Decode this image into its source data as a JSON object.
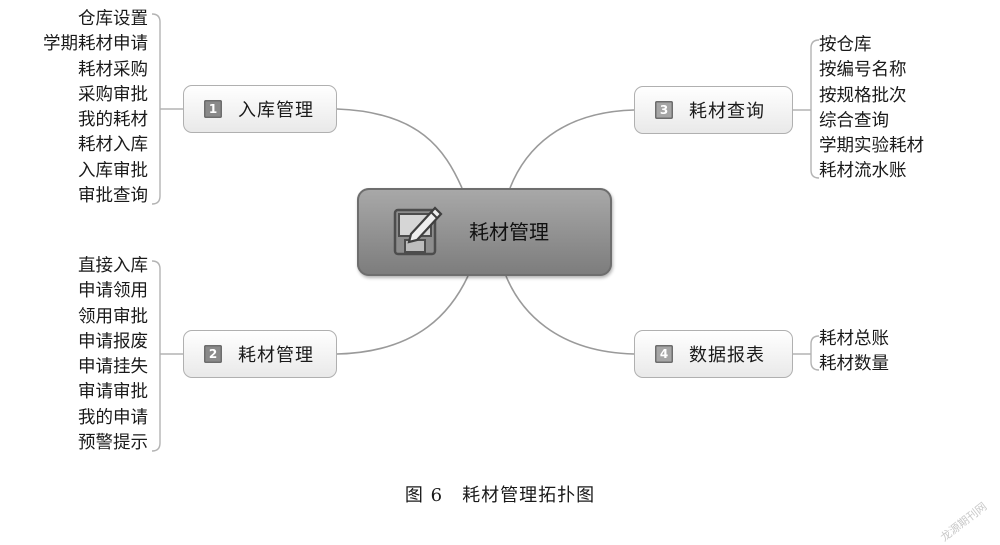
{
  "center": {
    "label": "耗材管理",
    "icon": "notebook-pencil-icon"
  },
  "branches": [
    {
      "number": "1",
      "label": "入库管理",
      "items": [
        "仓库设置",
        "学期耗材申请",
        "耗材采购",
        "采购审批",
        "我的耗材",
        "耗材入库",
        "入库审批",
        "审批查询"
      ]
    },
    {
      "number": "2",
      "label": "耗材管理",
      "items": [
        "直接入库",
        "申请领用",
        "领用审批",
        "申请报废",
        "申请挂失",
        "审请审批",
        "我的申请",
        "预警提示"
      ]
    },
    {
      "number": "3",
      "label": "耗材查询",
      "items": [
        "按仓库",
        "按编号名称",
        "按规格批次",
        "综合查询",
        "学期实验耗材",
        "耗材流水账"
      ]
    },
    {
      "number": "4",
      "label": "数据报表",
      "items": [
        "耗材总账",
        "耗材数量"
      ]
    }
  ],
  "caption": "图 6　耗材管理拓扑图",
  "watermark": "龙源期刊网"
}
